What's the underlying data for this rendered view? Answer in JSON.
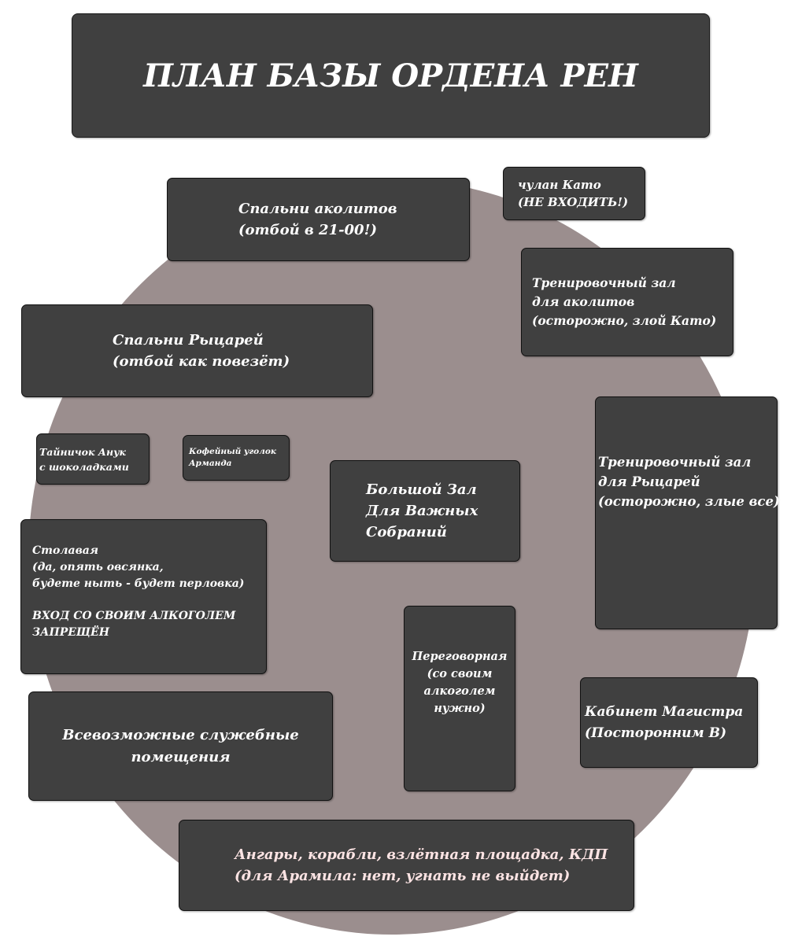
{
  "title": "ПЛАН БАЗЫ ОРДЕНА РЕН",
  "colors": {
    "box_fill": "#404040",
    "box_border": "#111111",
    "circle_fill": "#9b8e8e",
    "text": "#ffffff",
    "hangar_text": "#fde4e4"
  },
  "rooms": {
    "acolyte_sleep": {
      "lines": [
        "Спальни аколитов",
        "(отбой в 21-00!)"
      ]
    },
    "kato_closet": {
      "lines": [
        "чулан Като",
        "(НЕ ВХОДИТЬ!)"
      ]
    },
    "training_acolytes": {
      "lines": [
        "Тренировочный зал",
        "для аколитов",
        "(осторожно, злой Като)"
      ]
    },
    "knights_sleep": {
      "lines": [
        "Спальни Рыцарей",
        "(отбой как повезёт)"
      ]
    },
    "anuk_stash": {
      "lines": [
        "Тайничок Анук",
        "с шоколадками"
      ]
    },
    "armand_coffee": {
      "lines": [
        "Кофейный уголок",
        "Арманда"
      ]
    },
    "great_hall": {
      "lines": [
        "Большой Зал",
        "Для Важных",
        "Собраний"
      ]
    },
    "training_knights": {
      "lines": [
        "Тренировочный зал",
        "для Рыцарей",
        "(осторожно, злые все)"
      ]
    },
    "dining": {
      "lines": [
        "Столавая",
        "(да, опять овсянка,",
        "будете ныть - будет перловка)"
      ],
      "lines2": [
        "ВХОД СО СВОИМ АЛКОГОЛЕМ",
        "ЗАПРЕЩЁН"
      ]
    },
    "meeting_room": {
      "lines": [
        "Переговорная",
        "(со своим",
        "алкоголем",
        "нужно)"
      ]
    },
    "master_office": {
      "lines": [
        "Кабинет Магистра",
        "(Посторонним В)"
      ]
    },
    "service_rooms": {
      "lines": [
        "Всевозможные служебные",
        "помещения"
      ]
    },
    "hangars": {
      "lines": [
        "Ангары, корабли, взлётная площадка, КДП",
        "(для Арамила: нет, угнать не выйдет)"
      ]
    }
  }
}
